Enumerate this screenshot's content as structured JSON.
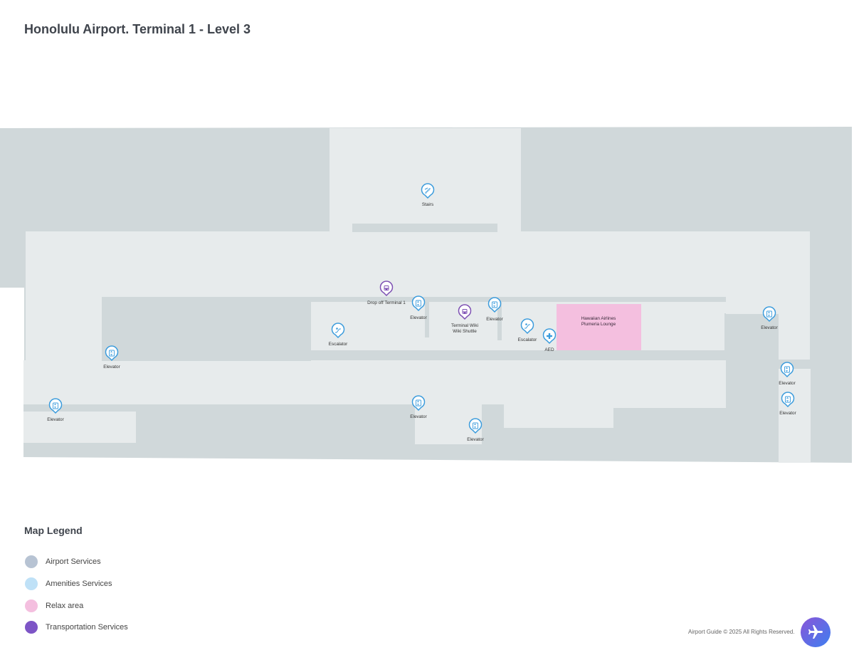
{
  "header": {
    "title": "Honolulu Airport. Terminal 1 - Level 3"
  },
  "map": {
    "pois": [
      {
        "id": "stairs",
        "icon": "stairs-icon",
        "category": "amenities",
        "label": "Stairs"
      },
      {
        "id": "dropoff",
        "icon": "bus-icon",
        "category": "transportation",
        "label": "Drop off Terminal 1"
      },
      {
        "id": "elev-center",
        "icon": "elevator-icon",
        "category": "amenities",
        "label": "Elevator"
      },
      {
        "id": "shuttle",
        "icon": "bus-icon",
        "category": "transportation",
        "label_lines": [
          "Terminal Wiki",
          "Wiki Shuttle"
        ]
      },
      {
        "id": "elev-center2",
        "icon": "elevator-icon",
        "category": "amenities",
        "label": "Elevator"
      },
      {
        "id": "escalator-left",
        "icon": "escalator-icon",
        "category": "amenities",
        "label": "Escalator"
      },
      {
        "id": "escalator-right",
        "icon": "escalator-icon",
        "category": "amenities",
        "label": "Escalator"
      },
      {
        "id": "aed",
        "icon": "medical-cross-icon",
        "category": "amenities",
        "label": "AED"
      },
      {
        "id": "elev-left",
        "icon": "elevator-icon",
        "category": "amenities",
        "label": "Elevator"
      },
      {
        "id": "elev-far-left",
        "icon": "elevator-icon",
        "category": "amenities",
        "label": "Elevator"
      },
      {
        "id": "elev-lower-center",
        "icon": "elevator-icon",
        "category": "amenities",
        "label": "Elevator"
      },
      {
        "id": "elev-lower-center2",
        "icon": "elevator-icon",
        "category": "amenities",
        "label": "Elevator"
      },
      {
        "id": "elev-right-top",
        "icon": "elevator-icon",
        "category": "amenities",
        "label": "Elevator"
      },
      {
        "id": "elev-right-mid",
        "icon": "elevator-icon",
        "category": "amenities",
        "label": "Elevator"
      },
      {
        "id": "elev-right-low",
        "icon": "elevator-icon",
        "category": "amenities",
        "label": "Elevator"
      }
    ],
    "rooms": [
      {
        "id": "lounge",
        "category": "relax",
        "label_lines": [
          "Hawaiian Airlines",
          "Plumeria Lounge"
        ]
      }
    ]
  },
  "legend": {
    "title": "Map Legend",
    "items": [
      {
        "label": "Airport Services",
        "color": "#b7c3d3"
      },
      {
        "label": "Amenities Services",
        "color": "#bfe1f7"
      },
      {
        "label": "Relax area",
        "color": "#f4bfdf"
      },
      {
        "label": "Transportation Services",
        "color": "#7d55c6"
      }
    ]
  },
  "footer": {
    "copyright": "Airport Guide © 2025 All Rights Reserved.",
    "fab_icon": "airplane-icon"
  },
  "colors": {
    "building": "#d0d8da",
    "walkway": "#e7ebec",
    "relax": "#f4bfdf",
    "amenity": "#3a9bdc",
    "transport": "#7d4fb3"
  }
}
